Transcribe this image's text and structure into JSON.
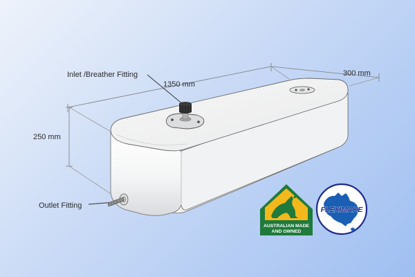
{
  "labels": {
    "inlet": "Inlet /Breather Fitting",
    "length": "1350 mm",
    "width": "300 mm",
    "height": "250 mm",
    "outlet": "Outlet Fitting"
  },
  "badges": {
    "australian_line1": "AUSTRALIAN MADE",
    "australian_line2": "AND OWNED",
    "brand": "FLEXIMAKE"
  },
  "colors": {
    "badge_green": "#1f7a3c",
    "badge_gold": "#f3b81c",
    "brand_navy": "#1e2a8a",
    "brand_blue": "#1a5fb4"
  },
  "icons": {
    "australian_made": "kangaroo-logo-icon",
    "fleximake": "australia-map-logo-icon"
  }
}
